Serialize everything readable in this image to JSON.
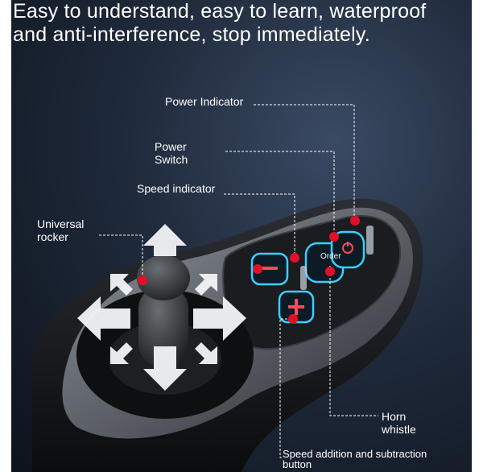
{
  "headline": {
    "line1": "Easy to understand, easy to learn, waterproof",
    "line2": "and anti-interference, stop immediately."
  },
  "callouts": {
    "power_indicator": "Power Indicator",
    "power_switch_line1": "Power",
    "power_switch_line2": "Switch",
    "speed_indicator": "Speed indicator",
    "universal_rocker_line1": "Universal",
    "universal_rocker_line2": "rocker",
    "horn_line1": "Horn",
    "horn_line2": "whistle",
    "speed_button_line1": "Speed addition and subtraction",
    "speed_button_line2": "button"
  },
  "controller": {
    "order_label": "Order",
    "minus_symbol": "−",
    "plus_symbol": "+"
  },
  "colors": {
    "accent_red": "#e0102a",
    "button_glow": "#3ad0ff",
    "leader_line": "#ffffff"
  },
  "icons": [
    "power-icon",
    "minus-icon",
    "plus-icon",
    "horn-icon",
    "arrow-icons"
  ]
}
